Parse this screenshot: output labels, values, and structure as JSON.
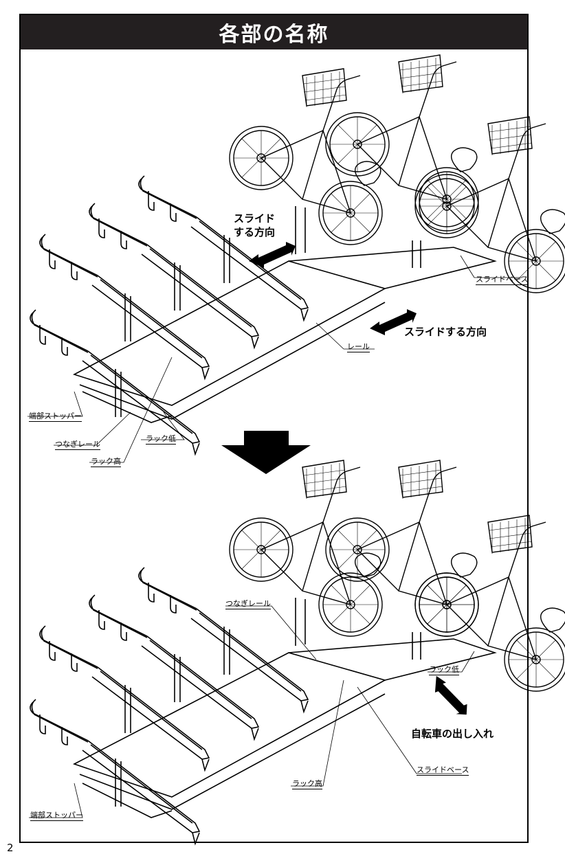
{
  "page": {
    "title": "各部の名称",
    "page_number": "2"
  },
  "top_diagram": {
    "labels": {
      "slide_direction_1_line1": "スライド",
      "slide_direction_1_line2": "する方向",
      "slide_direction_2": "スライドする方向",
      "slide_base": "スライドベース",
      "rail": "レール",
      "end_stopper": "端部ストッパー",
      "joint_rail": "つなぎレール",
      "rack_low": "ラック低",
      "rack_high": "ラック高"
    }
  },
  "bottom_diagram": {
    "labels": {
      "joint_rail": "つなぎレール",
      "rack_low": "ラック低",
      "bicycle_in_out": "自転車の出し入れ",
      "slide_base": "スライドベース",
      "rack_high": "ラック高",
      "end_stopper": "端部ストッパー"
    }
  },
  "colors": {
    "title_bar": "#231f20",
    "title_text": "#ffffff",
    "ink": "#000000"
  },
  "icons": [
    "down-arrow-icon",
    "double-arrow-icon"
  ]
}
